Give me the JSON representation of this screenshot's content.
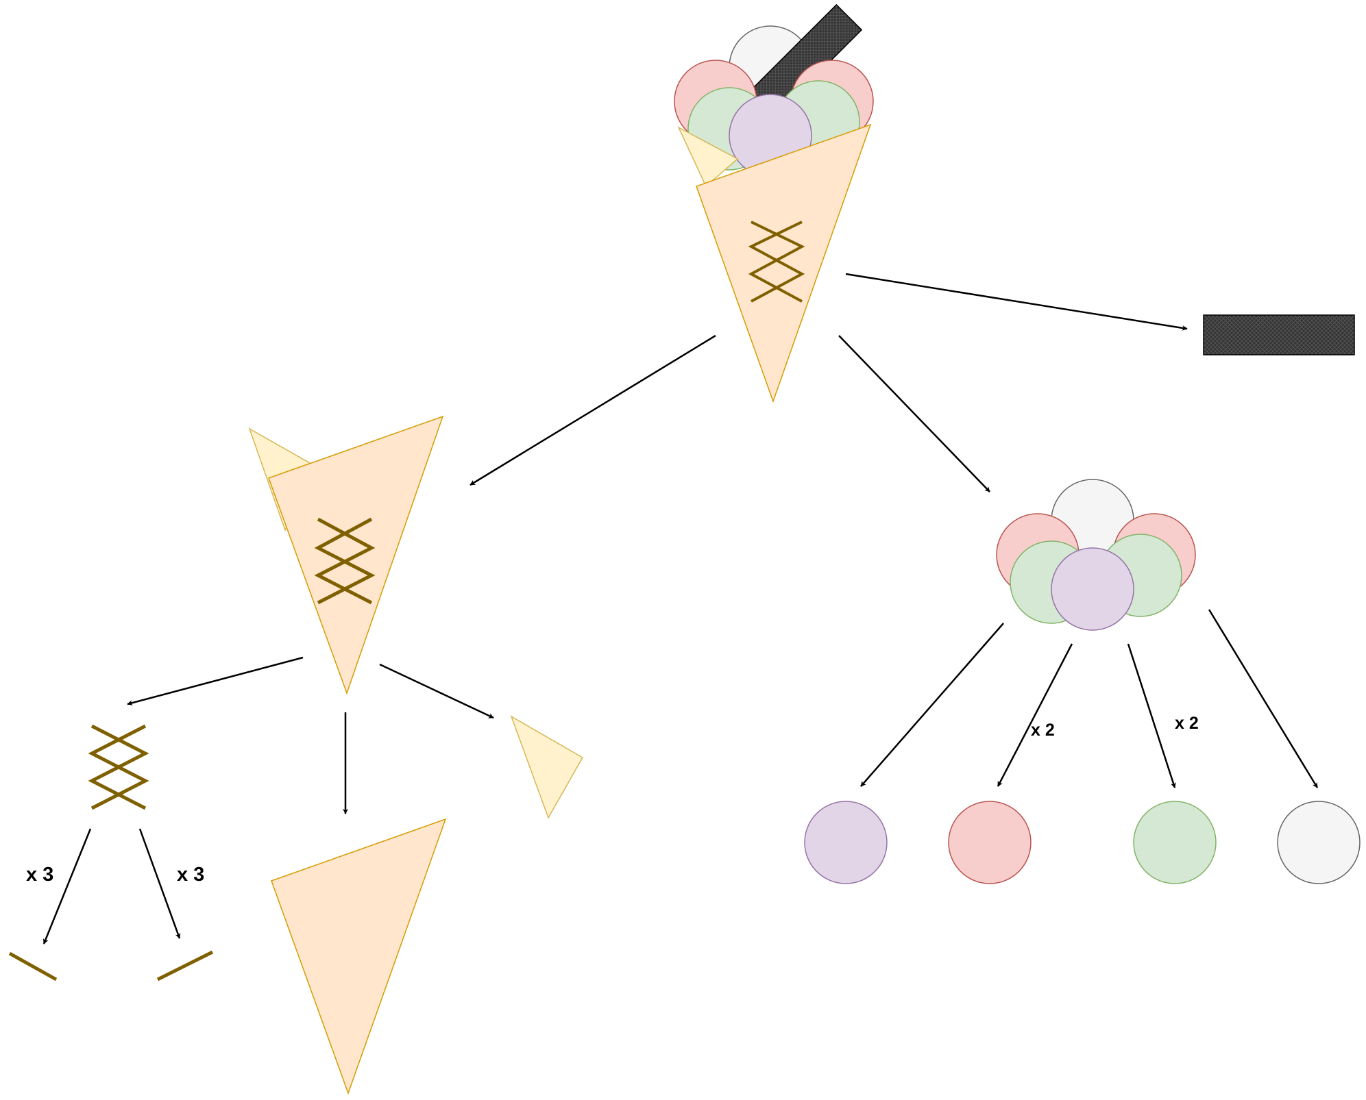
{
  "colors": {
    "cone_fill": "#ffe6cc",
    "cone_stroke": "#d79b00",
    "cone_back_fill": "#fff2cc",
    "cone_back_stroke": "#d6b656",
    "lattice": "#7f6000",
    "wafer": "#333333",
    "scoop_purple": "#e1d5e7",
    "scoop_purple_stroke": "#9673a6",
    "scoop_pink": "#f8cecc",
    "scoop_pink_stroke": "#b85450",
    "scoop_green": "#d5e8d4",
    "scoop_green_stroke": "#82b366",
    "scoop_white": "#f5f5f5",
    "scoop_white_stroke": "#666666",
    "arrow": "#000000"
  },
  "labels": {
    "stick_left_count": "x 3",
    "stick_right_count": "x 3",
    "pink_count": "x 2",
    "green_count": "x 2"
  }
}
